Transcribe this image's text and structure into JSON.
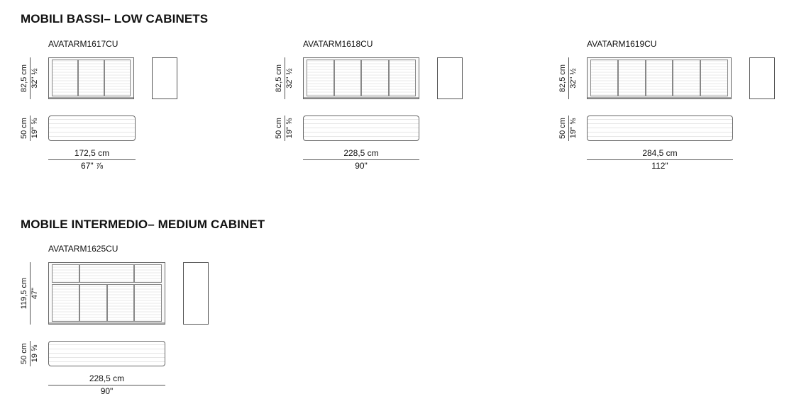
{
  "sections": [
    {
      "title": "MOBILI BASSI– LOW CABINETS"
    },
    {
      "title": "MOBILE INTERMEDIO– MEDIUM CABINET"
    }
  ],
  "products": [
    {
      "code": "AVATARM1617CU",
      "height_cm": "82,5 cm",
      "height_in": "32\" ½",
      "depth_cm": "50 cm",
      "depth_in": "19\" ⅝",
      "width_cm": "172,5 cm",
      "width_in": "67\" ⅞",
      "doors": 3
    },
    {
      "code": "AVATARM1618CU",
      "height_cm": "82,5 cm",
      "height_in": "32\" ½",
      "depth_cm": "50 cm",
      "depth_in": "19\" ⅝",
      "width_cm": "228,5 cm",
      "width_in": "90\"",
      "doors": 4
    },
    {
      "code": "AVATARM1619CU",
      "height_cm": "82,5 cm",
      "height_in": "32\" ½",
      "depth_cm": "50 cm",
      "depth_in": "19\" ⅝",
      "width_cm": "284,5 cm",
      "width_in": "112\"",
      "doors": 5
    },
    {
      "code": "AVATARM1625CU",
      "height_cm": "119,5 cm",
      "height_in": "47\"",
      "depth_cm": "50 cm",
      "depth_in": "19 ⅝",
      "width_cm": "228,5 cm",
      "width_in": "90\"",
      "doors": 4,
      "upper_compartments": 3
    }
  ]
}
